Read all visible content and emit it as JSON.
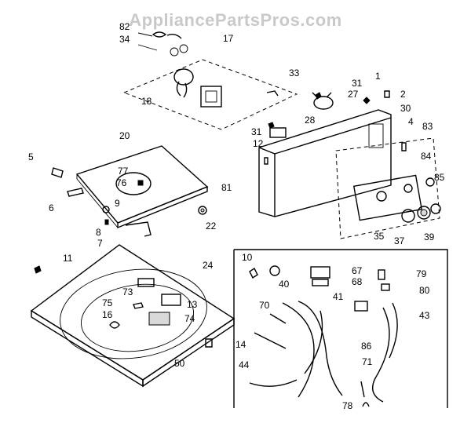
{
  "watermark": "AppliancePartsPros.com",
  "callouts": [
    {
      "id": "82",
      "text": "82"
    },
    {
      "id": "34",
      "text": "34"
    },
    {
      "id": "17",
      "text": "17"
    },
    {
      "id": "33",
      "text": "33"
    },
    {
      "id": "18",
      "text": "18"
    },
    {
      "id": "31a",
      "text": "31"
    },
    {
      "id": "1",
      "text": "1"
    },
    {
      "id": "27",
      "text": "27"
    },
    {
      "id": "2",
      "text": "2"
    },
    {
      "id": "30",
      "text": "30"
    },
    {
      "id": "28",
      "text": "28"
    },
    {
      "id": "31b",
      "text": "31"
    },
    {
      "id": "12",
      "text": "12"
    },
    {
      "id": "4",
      "text": "4"
    },
    {
      "id": "83",
      "text": "83"
    },
    {
      "id": "20",
      "text": "20"
    },
    {
      "id": "5",
      "text": "5"
    },
    {
      "id": "77",
      "text": "77"
    },
    {
      "id": "76",
      "text": "76"
    },
    {
      "id": "84",
      "text": "84"
    },
    {
      "id": "81",
      "text": "81"
    },
    {
      "id": "85",
      "text": "85"
    },
    {
      "id": "6",
      "text": "6"
    },
    {
      "id": "9",
      "text": "9"
    },
    {
      "id": "8",
      "text": "8"
    },
    {
      "id": "7",
      "text": "7"
    },
    {
      "id": "22",
      "text": "22"
    },
    {
      "id": "35",
      "text": "35"
    },
    {
      "id": "37",
      "text": "37"
    },
    {
      "id": "39",
      "text": "39"
    },
    {
      "id": "11",
      "text": "11"
    },
    {
      "id": "24",
      "text": "24"
    },
    {
      "id": "10",
      "text": "10"
    },
    {
      "id": "67",
      "text": "67"
    },
    {
      "id": "40",
      "text": "40"
    },
    {
      "id": "68",
      "text": "68"
    },
    {
      "id": "79",
      "text": "79"
    },
    {
      "id": "80",
      "text": "80"
    },
    {
      "id": "73",
      "text": "73"
    },
    {
      "id": "13",
      "text": "13"
    },
    {
      "id": "75",
      "text": "75"
    },
    {
      "id": "16",
      "text": "16"
    },
    {
      "id": "74",
      "text": "74"
    },
    {
      "id": "70",
      "text": "70"
    },
    {
      "id": "41",
      "text": "41"
    },
    {
      "id": "43",
      "text": "43"
    },
    {
      "id": "14",
      "text": "14"
    },
    {
      "id": "86",
      "text": "86"
    },
    {
      "id": "50",
      "text": "50"
    },
    {
      "id": "44",
      "text": "44"
    },
    {
      "id": "71",
      "text": "71"
    },
    {
      "id": "78",
      "text": "78"
    }
  ]
}
